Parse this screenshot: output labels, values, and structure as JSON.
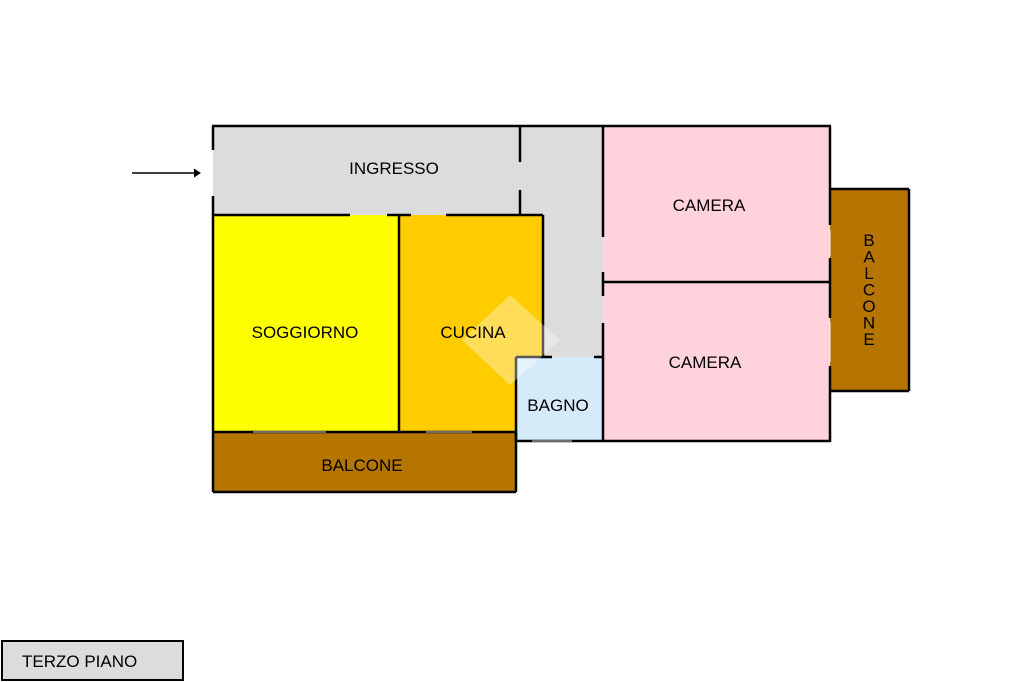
{
  "rooms": {
    "ingresso": "INGRESSO",
    "soggiorno": "SOGGIORNO",
    "cucina": "CUCINA",
    "bagno": "BAGNO",
    "camera_1": "CAMERA",
    "camera_2": "CAMERA",
    "balcone_bottom": "BALCONE",
    "balcone_right": "BALCONE"
  },
  "floor_label": "TERZO PIANO",
  "colors": {
    "ingresso": "#dcdcdc",
    "soggiorno": "#ffff00",
    "cucina": "#ffcc00",
    "bagno": "#d6ebfa",
    "camera": "#ffd2dc",
    "balcone": "#b57500",
    "wall": "#000000"
  },
  "icons": {
    "entrance": "arrow-right-icon",
    "watermark": "logo-watermark-icon"
  }
}
